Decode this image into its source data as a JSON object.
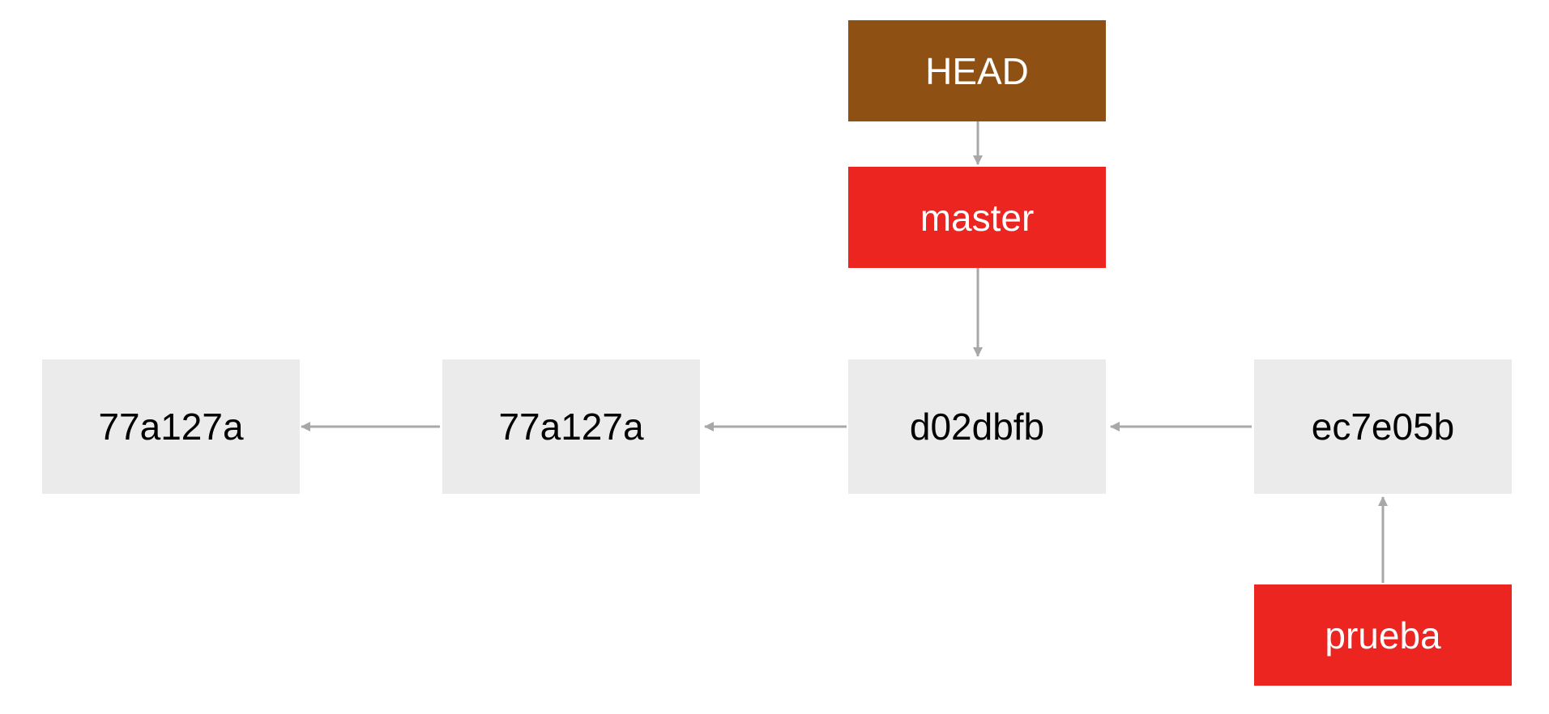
{
  "colors": {
    "head": "#8E5113",
    "branch": "#EC2521",
    "commit": "#EBEBEB",
    "arrow": "#A8A8A8"
  },
  "refs": {
    "head": "HEAD",
    "master": "master",
    "prueba": "prueba"
  },
  "commits": [
    "77a127a",
    "77a127a",
    "d02dbfb",
    "ec7e05b"
  ]
}
